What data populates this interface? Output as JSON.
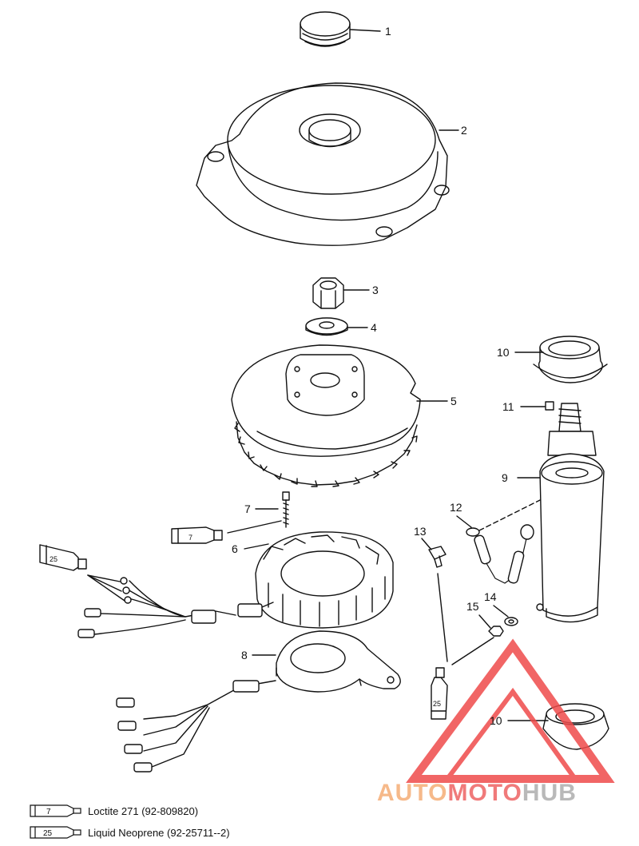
{
  "callouts": {
    "c1": "1",
    "c2": "2",
    "c3": "3",
    "c4": "4",
    "c5": "5",
    "c6": "6",
    "c7": "7",
    "c8": "8",
    "c9": "9",
    "c10a": "10",
    "c10b": "10",
    "c11": "11",
    "c12": "12",
    "c13": "13",
    "c14": "14",
    "c15": "15"
  },
  "tubes": {
    "t7": "7",
    "t25a": "25",
    "t25b": "25"
  },
  "legend": [
    {
      "code": "7",
      "text": "Loctite 271 (92-809820)"
    },
    {
      "code": "25",
      "text": "Liquid Neoprene (92-25711--2)"
    }
  ],
  "watermark": {
    "part1": "AUTO",
    "part2": "MOTO",
    "part3": "HUB",
    "colors": {
      "auto": "#f6b98a",
      "moto": "#f07a7a",
      "hub": "#b9b9b9",
      "logo": "#ef4b4b"
    }
  }
}
